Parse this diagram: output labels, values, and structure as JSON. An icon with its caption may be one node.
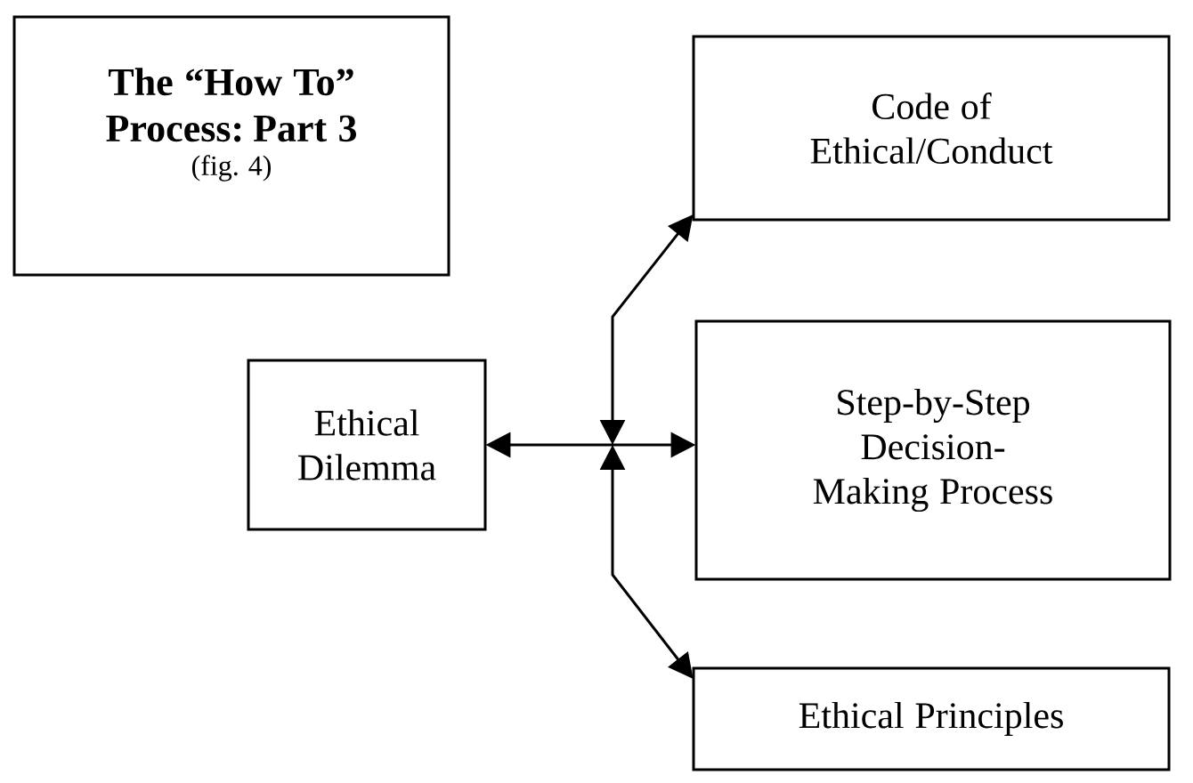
{
  "diagram": {
    "nodes": [
      {
        "text": [
          "The “How To” Process: Part 3",
          "(fig. 4)"
        ]
      },
      {
        "text": [
          "Ethical Dilemma"
        ]
      },
      {
        "text": [
          "Code of Ethical/Conduct"
        ]
      },
      {
        "text": [
          "Step-by-Step Decision-Making Process"
        ]
      },
      {
        "text": [
          "Ethical Principles"
        ]
      },
      {
        "text": [],
        "shape": "point"
      }
    ],
    "edges": [
      {
        "from": 1,
        "to": 3,
        "arrow": "both"
      },
      {
        "from": 5,
        "to": 2,
        "arrow": "both"
      },
      {
        "from": 5,
        "to": 4,
        "arrow": "both"
      }
    ]
  }
}
